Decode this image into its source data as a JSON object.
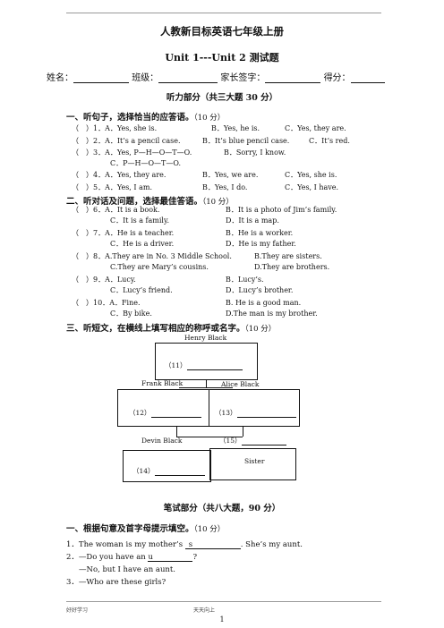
{
  "header": {
    "title": "人教新目标英语七年级上册",
    "subtitle": "Unit 1---Unit 2 测试题",
    "fields": [
      "姓名：",
      "班级：",
      "家长签字：",
      "得分："
    ]
  },
  "listening": {
    "part_title": "听力部分（共三大题 30 分）",
    "s1": {
      "title": "一、听句子，选择恰当的应答语。",
      "points": "（10 分）",
      "q": [
        {
          "p": "（　）1．",
          "a": "A．Yes, she is.",
          "b": "B．Yes, he is.",
          "c": "C．Yes, they are."
        },
        {
          "p": "（　）2．",
          "a": "A．It’s a pencil case.",
          "b": "B．It’s blue pencil case.",
          "c": "C．It’s red."
        },
        {
          "p": "（　）3．",
          "a": "A．Yes, P—H—O—T—O.",
          "b": "B．Sorry, I know.",
          "c": "C．P—H—O—T—O."
        },
        {
          "p": "（　）4．",
          "a": "A．Yes, they are.",
          "b": "B．Yes, we are.",
          "c": "C．Yes, she is."
        },
        {
          "p": "（　）5．",
          "a": "A．Yes, I am.",
          "b": "B．Yes, I do.",
          "c": "C．Yes, I have."
        }
      ]
    },
    "s2": {
      "title": "二、听对话及问题，选择最佳答语。",
      "points": "（10 分）",
      "q": [
        {
          "p": "（　）6．",
          "a": "A．It is a book.",
          "b": "B．It is a photo of Jim’s family.",
          "c": "C．It is a family.",
          "d": "D．It is a map."
        },
        {
          "p": "（　）7．",
          "a": "A．He is a teacher.",
          "b": "B．He is a worker.",
          "c": "C．He is a driver.",
          "d": "D．He is my father."
        },
        {
          "p": "（　）8．",
          "a": "A.They are in No. 3 Middle School.",
          "b": "B.They are sisters.",
          "c": "C.They are Mary’s cousins.",
          "d": "D.They are brothers."
        },
        {
          "p": "（　）9．",
          "a": "A．Lucy.",
          "b": "B．Lucy’s.",
          "c": "C．Lucy’s friend.",
          "d": "D．Lucy’s brother."
        },
        {
          "p": "（　）10．",
          "a": "A．Fine.",
          "b": "B. He is a good man.",
          "c": "C．By bike.",
          "d": "D.The man is my brother."
        }
      ]
    },
    "s3": {
      "title": "三、听短文，在横线上填写相应的称呼或名字。",
      "points": "（10 分）",
      "tree": {
        "henry": "Henry Black",
        "n11": "（11）",
        "frank": "Frank Black",
        "alice": "Alice Black",
        "n12": "（12）",
        "n13": "（13）",
        "devin": "Devin Black",
        "n15": "（15）",
        "n14": "（14）",
        "sister": "Sister"
      }
    }
  },
  "writing": {
    "part_title": "笔试部分（共八大题，90 分）",
    "s1": {
      "title": "一、根据句意及首字母提示填空。",
      "points": "（10 分）",
      "lines": [
        {
          "pre": "1．The woman is my mother’s ",
          "hint": "s",
          "post": ". She’s my aunt."
        },
        {
          "pre": "2．—Do you have an ",
          "hint": "u",
          "post": "?"
        },
        {
          "pre": "—No, but I have an aunt.",
          "hint": "",
          "post": ""
        },
        {
          "pre": "3．—Who are these girls?",
          "hint": "",
          "post": ""
        }
      ]
    }
  },
  "footer": {
    "left": "好好学习",
    "right": "天天向上",
    "page": "1"
  }
}
